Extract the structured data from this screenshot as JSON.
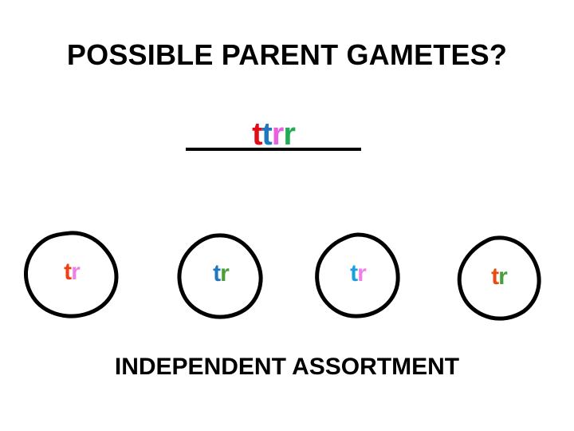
{
  "slide": {
    "title": "POSSIBLE PARENT GAMETES?",
    "footer": "INDEPENDENT ASSORTMENT",
    "background_color": "#FFFFFF",
    "text_color": "#000000"
  },
  "genotype": {
    "text": "ttrr",
    "letters": [
      {
        "char": "t",
        "color": "#E00C18"
      },
      {
        "char": "t",
        "color": "#1F77C0"
      },
      {
        "char": "r",
        "color": "#E860E0"
      },
      {
        "char": "r",
        "color": "#22AA55"
      }
    ],
    "underline_color": "#000000"
  },
  "gametes": [
    {
      "name": "gamete-1",
      "alleles": [
        {
          "char": "t",
          "color": "#F0400F"
        },
        {
          "char": "r",
          "color": "#F080E8"
        }
      ],
      "outline_color": "#000000"
    },
    {
      "name": "gamete-2",
      "alleles": [
        {
          "char": "t",
          "color": "#1F77C0"
        },
        {
          "char": "r",
          "color": "#4A9D3A"
        }
      ],
      "outline_color": "#000000"
    },
    {
      "name": "gamete-3",
      "alleles": [
        {
          "char": "t",
          "color": "#1A9FE0"
        },
        {
          "char": "r",
          "color": "#F080E8"
        }
      ],
      "outline_color": "#000000"
    },
    {
      "name": "gamete-4",
      "alleles": [
        {
          "char": "t",
          "color": "#E84A10"
        },
        {
          "char": "r",
          "color": "#4A9D3A"
        }
      ],
      "outline_color": "#000000"
    }
  ]
}
